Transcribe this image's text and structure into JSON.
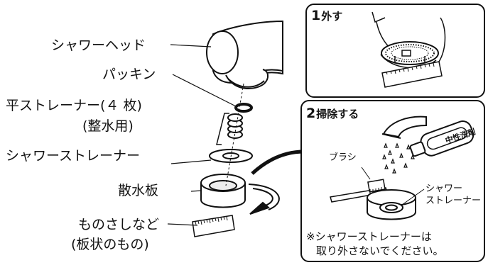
{
  "labels": {
    "shower_head": "シャワーヘッド",
    "packing": "パッキン",
    "flat_strainer": "平ストレーナー(４ 枚)",
    "flat_strainer_sub": "(整水用)",
    "shower_strainer": "シャワーストレーナー",
    "spray_plate": "散水板",
    "ruler": "ものさしなど",
    "ruler_sub": "(板状のもの)"
  },
  "step1": {
    "number": "1",
    "title": "外す"
  },
  "step2": {
    "number": "2",
    "title": "掃除する",
    "brush": "ブラシ",
    "shower_strainer_line1": "シャワー",
    "shower_strainer_line2": "ストレーナー",
    "bottle_text": "中性洗剤",
    "note_line1": "※シャワーストレーナーは",
    "note_line2": "取り外さないでください。"
  }
}
